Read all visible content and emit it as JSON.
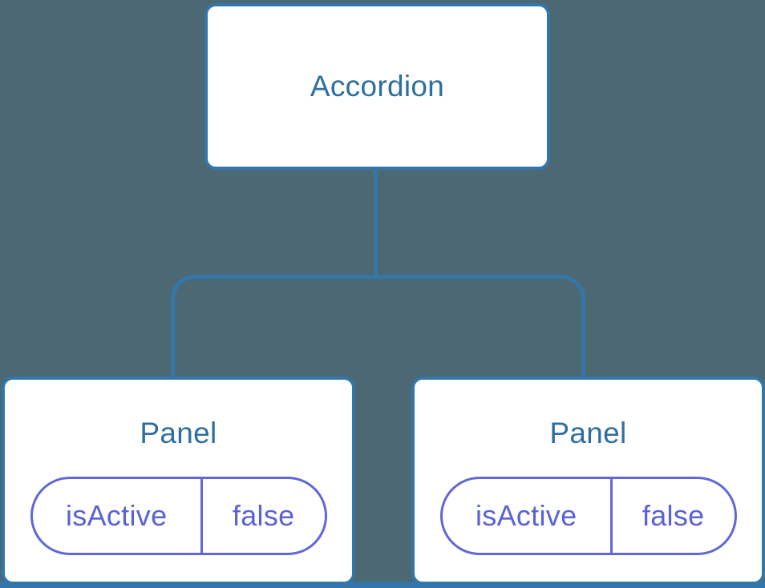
{
  "tree": {
    "root": {
      "label": "Accordion"
    },
    "children": [
      {
        "label": "Panel",
        "state": {
          "key": "isActive",
          "value": "false"
        }
      },
      {
        "label": "Panel",
        "state": {
          "key": "isActive",
          "value": "false"
        }
      }
    ]
  },
  "colors": {
    "background": "#4c6872",
    "node_fill": "#ffffff",
    "node_border": "#3377aa",
    "node_text": "#2f6f9f",
    "connector": "#3377aa",
    "state_border": "#6167d6",
    "state_text": "#5b62d3",
    "bottom_bar": "#3377aa"
  }
}
